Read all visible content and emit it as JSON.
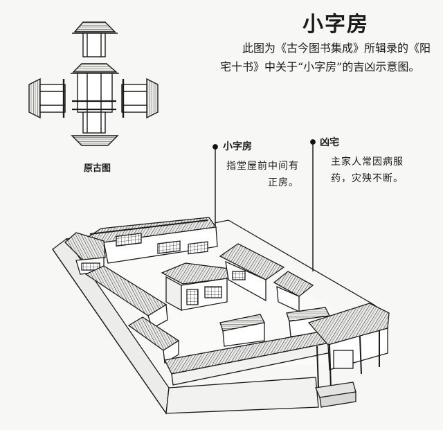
{
  "title": "小字房",
  "description": "此图为《古今图书集成》所辑录的《阳宅十书》中关于“小字房”的吉凶示意图。",
  "original_caption": "原古图",
  "annotations": [
    {
      "label": "小字房",
      "text": "指堂屋前中间有正房。"
    },
    {
      "label": "凶宅",
      "text": "主家人常因病服药，灾殃不断。"
    }
  ],
  "colors": {
    "ink": "#1a1a1a",
    "paper": "#f7f7f5"
  }
}
